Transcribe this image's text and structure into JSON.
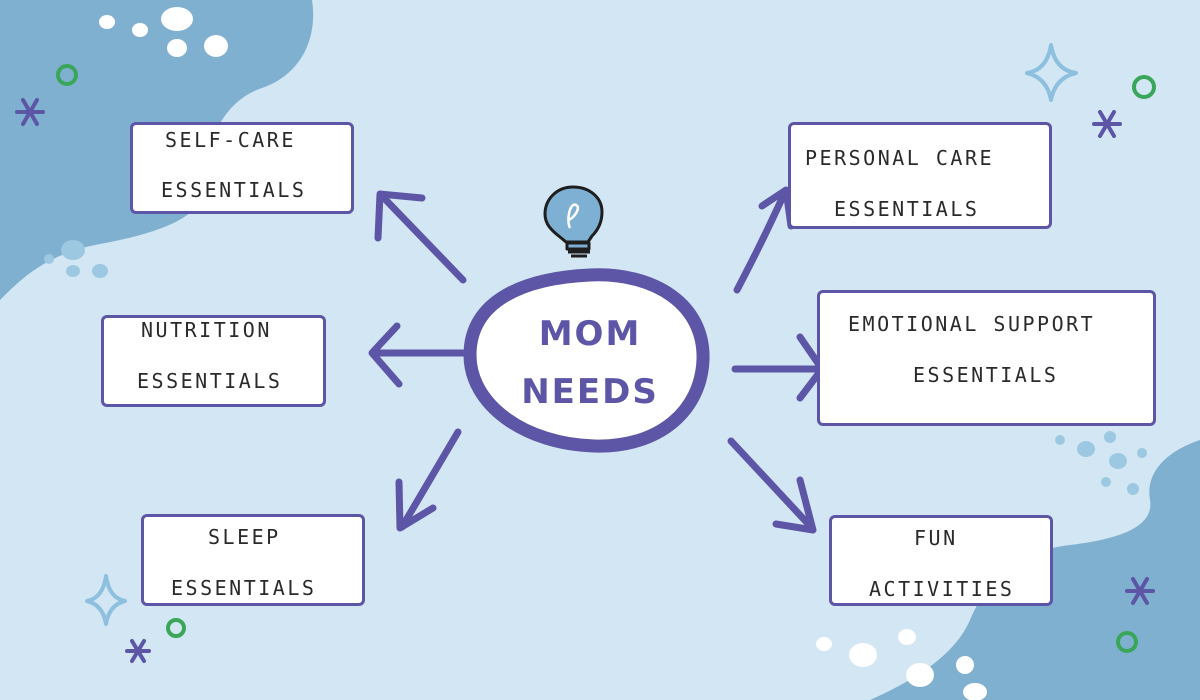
{
  "center": {
    "line1": "MOM",
    "line2": "NEEDS"
  },
  "nodes": {
    "self_care": {
      "line1": "SELF-CARE",
      "line2": "ESSENTIALS"
    },
    "nutrition": {
      "line1": "NUTRITION",
      "line2": "ESSENTIALS"
    },
    "sleep": {
      "line1": "SLEEP",
      "line2": "ESSENTIALS"
    },
    "personal_care": {
      "line1": "PERSONAL CARE",
      "line2": "ESSENTIALS"
    },
    "emotional_support": {
      "line1": "EMOTIONAL SUPPORT",
      "line2": "ESSENTIALS"
    },
    "fun_activities": {
      "line1": "FUN",
      "line2": "ACTIVITIES"
    }
  },
  "colors": {
    "background": "#d3e6f3",
    "blob": "#7fb0cf",
    "accent": "#5d55a6",
    "sparkle_green": "#3aa65a",
    "bulb": "#7eb0d3"
  },
  "icons": [
    "lightbulb-icon",
    "sparkle-icon",
    "asterisk-icon",
    "ring-icon"
  ]
}
